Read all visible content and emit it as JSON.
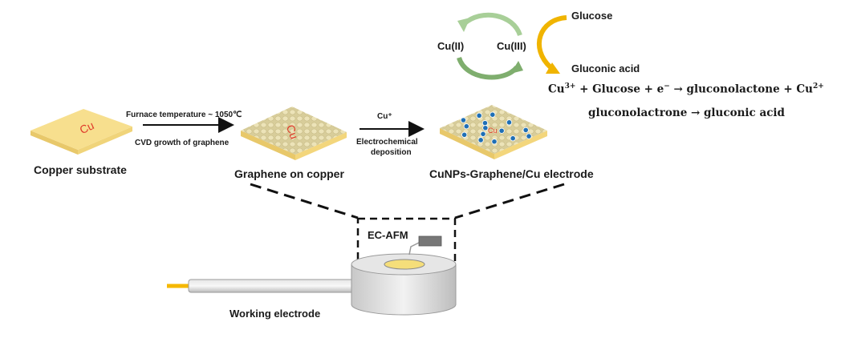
{
  "diagram": {
    "stages": [
      {
        "name": "copper-substrate",
        "label": "Copper substrate",
        "plate_text": "Cu"
      },
      {
        "name": "graphene-on-copper",
        "label": "Graphene on copper",
        "plate_text": "Cu"
      },
      {
        "name": "cunps-graphene-cu-electrode",
        "label": "CuNPs-Graphene/Cu electrode",
        "plate_text": "Cu"
      }
    ],
    "arrows": [
      {
        "above": "Furnace temperature ~ 1050℃",
        "below": "CVD growth of graphene"
      },
      {
        "above": "Cu⁺",
        "below_line1": "Electrochemical",
        "below_line2": "deposition"
      }
    ],
    "cycle": {
      "left": "Cu(II)",
      "right": "Cu(III)",
      "substrate": "Glucose",
      "product": "Gluconic acid"
    },
    "equations": {
      "line1": {
        "a": "Cu",
        "a_sup": "3+",
        "b": " + Glucose + e",
        "b_sup": "−",
        "c": " → gluconolactone + Cu",
        "c_sup": "2+"
      },
      "line2": "gluconolactrone → gluconic acid"
    },
    "setup": {
      "ecafm_label": "EC-AFM",
      "electrode_label": "Working electrode"
    },
    "colors": {
      "copper": "#f7df8e",
      "copper_side": "#e8c86a",
      "graphene": "#d9cfa0",
      "cu_text": "#e03a2a",
      "nanoparticle": "#1f6fb5",
      "cycle_green": "#8fbf7f",
      "gold_arrow": "#f0b400",
      "wire": "#f5b800"
    }
  }
}
